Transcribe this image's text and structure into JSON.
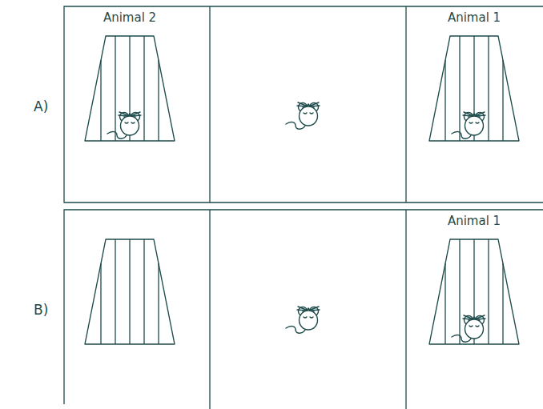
{
  "diagram": {
    "nodes": [
      {
        "text": [
          "Animal 2"
        ]
      },
      {
        "text": [
          "Animal 1"
        ]
      },
      {
        "text": [
          "Animal 1"
        ]
      }
    ],
    "labels": [
      "A)",
      "B)"
    ]
  }
}
